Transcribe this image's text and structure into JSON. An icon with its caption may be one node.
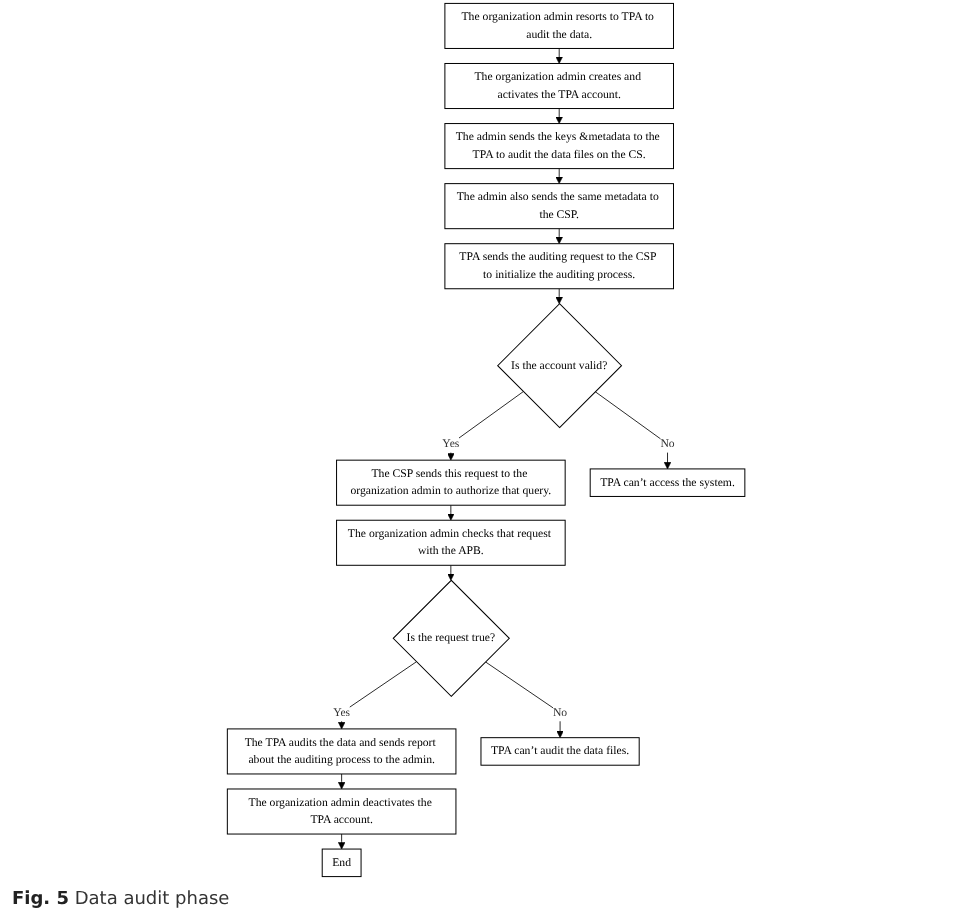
{
  "diagram": {
    "caption": "**Fig. 5** Data audit phase",
    "nodes": [
      {
        "text": [
          "The organization admin resorts to TPA to audit the data."
        ]
      },
      {
        "text": [
          "The organization admin creates and activates the TPA account."
        ]
      },
      {
        "text": [
          "The admin sends the keys &metadata to the TPA to audit the data files on the CS."
        ]
      },
      {
        "text": [
          "The admin also sends the same metadata to the CSP."
        ]
      },
      {
        "text": [
          "TPA sends the auditing request to the CSP to initialize the auditing process."
        ]
      },
      {
        "text": [
          "Is the account valid?"
        ]
      },
      {
        "text": [
          "TPA can’t access the system."
        ]
      },
      {
        "text": [
          "The CSP sends this request to the organization admin to authorize that query."
        ]
      },
      {
        "text": [
          "The organization admin checks that request with the APB."
        ]
      },
      {
        "text": [
          "Is the request true?"
        ]
      },
      {
        "text": [
          "TPA can’t audit the data files."
        ]
      },
      {
        "text": [
          "The TPA audits the data and sends report about the auditing process to the admin."
        ]
      },
      {
        "text": [
          "The organization admin deactivates the TPA account."
        ]
      },
      {
        "text": [
          "End"
        ]
      }
    ],
    "edges": [
      {
        "from": 0,
        "to": 1,
        "arrow": "to"
      },
      {
        "from": 1,
        "to": 2,
        "arrow": "to"
      },
      {
        "from": 2,
        "to": 3,
        "arrow": "to"
      },
      {
        "from": 3,
        "to": 4,
        "arrow": "to"
      },
      {
        "from": 4,
        "to": 5,
        "arrow": "to"
      },
      {
        "from": 5,
        "to": 6,
        "arrow": "to",
        "label": "No"
      },
      {
        "from": 5,
        "to": 7,
        "arrow": "to",
        "label": "Yes"
      },
      {
        "from": 7,
        "to": 8,
        "arrow": "to"
      },
      {
        "from": 8,
        "to": 9,
        "arrow": "to"
      },
      {
        "from": 9,
        "to": 10,
        "arrow": "to",
        "label": "No"
      },
      {
        "from": 9,
        "to": 11,
        "arrow": "to",
        "label": "Yes"
      },
      {
        "from": 11,
        "to": 12,
        "arrow": "to"
      },
      {
        "from": 12,
        "to": 13,
        "arrow": "to"
      }
    ]
  }
}
